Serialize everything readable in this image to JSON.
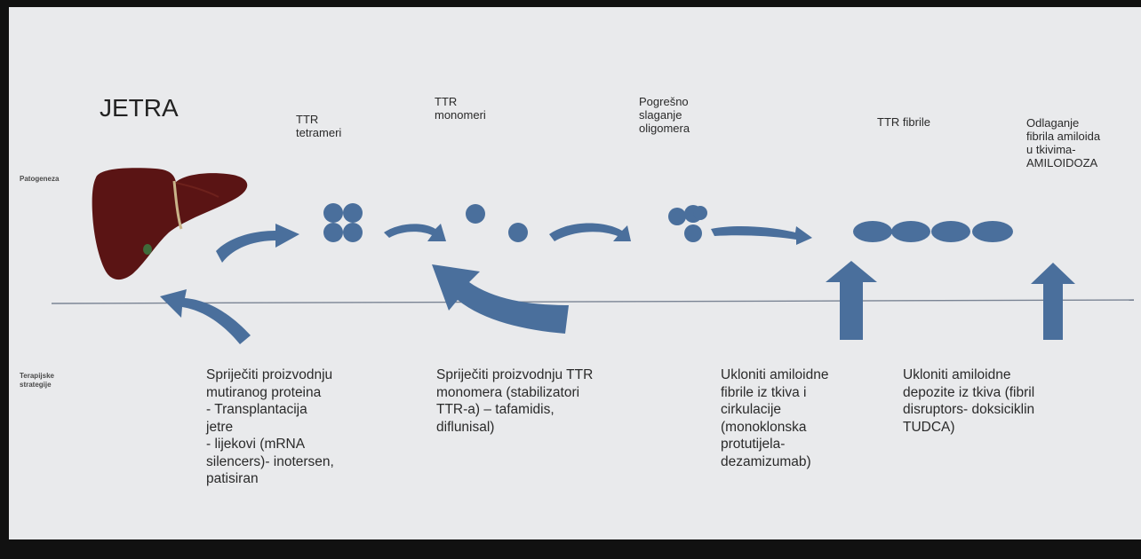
{
  "colors": {
    "background": "#e9eaec",
    "frame": "#111111",
    "shape_blue": "#4a6f9c",
    "liver": "#5a1414",
    "divider": "#7a8494",
    "text": "#2a2a2a"
  },
  "pathogenesis": {
    "side_label": "Patogeneza",
    "liver_title": "JETRA",
    "stages": [
      {
        "id": "tetramers",
        "label": "TTR\ntetrameri"
      },
      {
        "id": "monomers",
        "label": "TTR\nmonomeri"
      },
      {
        "id": "oligomers",
        "label": "Pogrešno\nslaganje\noligomera"
      },
      {
        "id": "fibrils",
        "label": "TTR fibrile"
      },
      {
        "id": "deposition",
        "label": "Odlaganje\nfibrila amiloida\nu tkivima-\nAMILOIDOZA"
      }
    ]
  },
  "therapy": {
    "side_label": "Terapijske\nstrategije",
    "strategies": [
      {
        "id": "s1",
        "text": "Spriječiti proizvodnju\nmutiranog proteina\n- Transplantacija\njetre\n- lijekovi (mRNA\nsilencers)- inotersen,\npatisiran"
      },
      {
        "id": "s2",
        "text": "Spriječiti proizvodnju TTR\nmonomera (stabilizatori\nTTR-a) – tafamidis,\ndiflunisal)"
      },
      {
        "id": "s3",
        "text": "Ukloniti amiloidne\nfibrile iz tkiva i\ncirkulacije\n(monoklonska\nprotutijela-\ndezamizumab)"
      },
      {
        "id": "s4",
        "text": "Ukloniti amiloidne\ndepozite iz tkiva (fibril\ndisruptors- doksiciklin\nTUDCA)"
      }
    ]
  }
}
